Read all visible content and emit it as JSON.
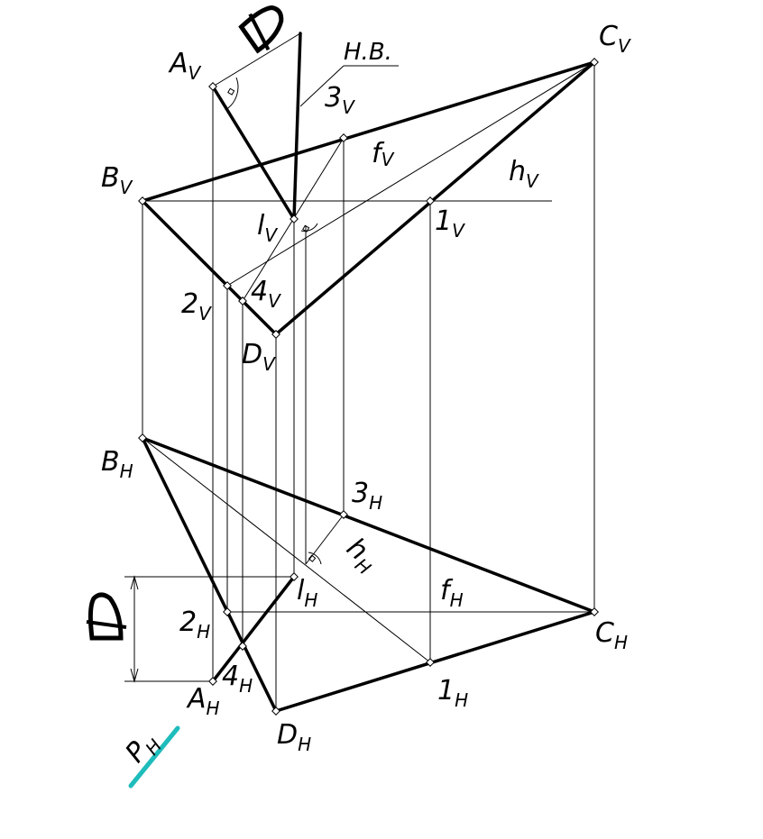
{
  "labels": {
    "Av": {
      "main": "A",
      "sub": "V"
    },
    "Bv": {
      "main": "B",
      "sub": "V"
    },
    "Cv": {
      "main": "C",
      "sub": "V"
    },
    "Dv": {
      "main": "D",
      "sub": "V"
    },
    "lv": {
      "main": "l",
      "sub": "V"
    },
    "p1v": {
      "main": "1",
      "sub": "V"
    },
    "p2v": {
      "main": "2",
      "sub": "V"
    },
    "p3v": {
      "main": "3",
      "sub": "V"
    },
    "p4v": {
      "main": "4",
      "sub": "V"
    },
    "fv": {
      "main": "f",
      "sub": "V"
    },
    "hv": {
      "main": "h",
      "sub": "V"
    },
    "Bh": {
      "main": "B",
      "sub": "H"
    },
    "Ch": {
      "main": "C",
      "sub": "H"
    },
    "Ah": {
      "main": "A",
      "sub": "H"
    },
    "Dh": {
      "main": "D",
      "sub": "H"
    },
    "lh": {
      "main": "l",
      "sub": "H"
    },
    "p1h": {
      "main": "1",
      "sub": "H"
    },
    "p2h": {
      "main": "2",
      "sub": "H"
    },
    "p3h": {
      "main": "3",
      "sub": "H"
    },
    "p4h": {
      "main": "4",
      "sub": "H"
    },
    "fh": {
      "main": "f",
      "sub": "H"
    },
    "hh": {
      "main": "h",
      "sub": "H"
    },
    "Ph": {
      "main": "P",
      "sub": "H"
    }
  },
  "nv_label": "Н.В.",
  "colors": {
    "line": "#000000",
    "cutting_plane": "#1fbcbc"
  }
}
